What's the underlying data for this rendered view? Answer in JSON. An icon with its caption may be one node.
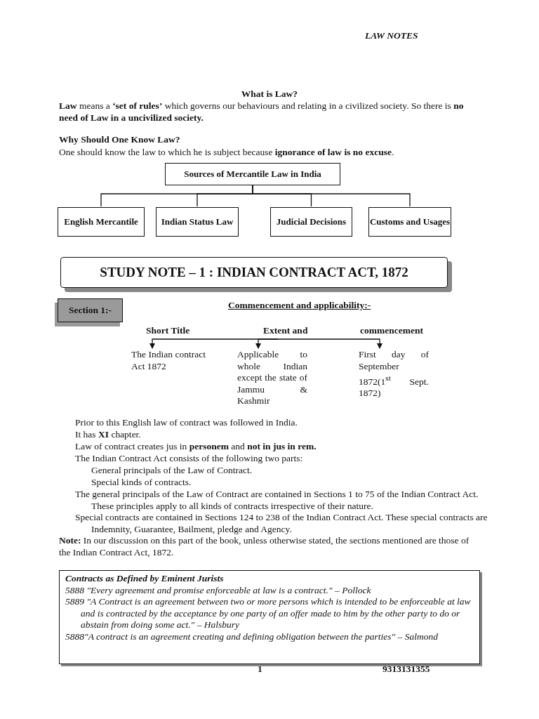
{
  "diagram": {
    "nodes": [
      {
        "text": [
          "Sources of Mercantile Law in India"
        ]
      },
      {
        "text": [
          "English Mercantile"
        ]
      },
      {
        "text": [
          "Indian Status Law"
        ]
      },
      {
        "text": [
          "Judicial Decisions"
        ]
      },
      {
        "text": [
          "Customs and Usages"
        ]
      },
      {
        "text": [
          "STUDY NOTE – 1 : INDIAN CONTRACT ACT, 1872"
        ]
      },
      {
        "text": [
          "Section 1:-"
        ]
      },
      {
        "text": [
          "Short Title",
          "Extent and",
          "commencement"
        ]
      },
      {
        "text": [
          "The Indian contract Act 1872"
        ]
      },
      {
        "text": [
          "Applicable to whole Indian except the state of Jammu & Kashmir"
        ]
      },
      {
        "text": [
          "First day of September 1872(1$^{st}$ Sept. 1872)"
        ]
      },
      {
        "text": [
          "Contracts as Defined by Eminent Jurists",
          "5888 \"Every agreement and promise enforceable at law is a contract.\" – Pollock",
          "5889 \"A Contract is an agreement between two or more persons which is intended to be enforceable at law and is contracted by the acceptance by one party of an offer made to him by the other party to do or abstain from doing some act.\" – Halsbury",
          "5888\"A contract is an agreement creating and defining obligation between the parties\" – Salmond"
        ]
      }
    ],
    "edges": [
      {
        "from": 0,
        "to": 1,
        "arrow": "none"
      },
      {
        "from": 0,
        "to": 2,
        "arrow": "none"
      },
      {
        "from": 0,
        "to": 3,
        "arrow": "none"
      },
      {
        "from": 0,
        "to": 4,
        "arrow": "none"
      },
      {
        "from": 7,
        "to": 8,
        "arrow": "to"
      },
      {
        "from": 7,
        "to": 9,
        "arrow": "to"
      },
      {
        "from": 7,
        "to": 10,
        "arrow": "to"
      }
    ],
    "labels": [
      "LAW NOTES",
      "What is Law?",
      "**Law** means a **‘set of rules’** which governs our behaviours and relating in a civilized society. So there is **no need of Law in a uncivilized society.**",
      "Why Should One Know Law?",
      "One should know the law to which he is subject because **ignorance of law is no excuse**.",
      "Commencement and applicability:-",
      "Prior to this English law of contract was followed in India.",
      "It has **XI** chapter.",
      "Law of contract creates jus in **personem** and **not in jus in rem.**",
      "The Indian Contract Act consists of the following two parts:",
      "General principals of the Law of Contract.",
      "Special kinds of contracts.",
      "The general principals of the Law of Contract are contained in Sections 1 to 75 of the Indian Contract Act. These principles apply to all kinds of contracts irrespective of their nature.",
      "Special contracts are contained in Sections 124 to 238 of the Indian Contract Act. These special contracts are Indemnity, Guarantee, Bailment, pledge and Agency.",
      "**Note:** In our discussion on this part of the book, unless otherwise stated, the sections mentioned are those of the Indian Contract Act, 1872.",
      "1",
      "9313131355"
    ]
  }
}
